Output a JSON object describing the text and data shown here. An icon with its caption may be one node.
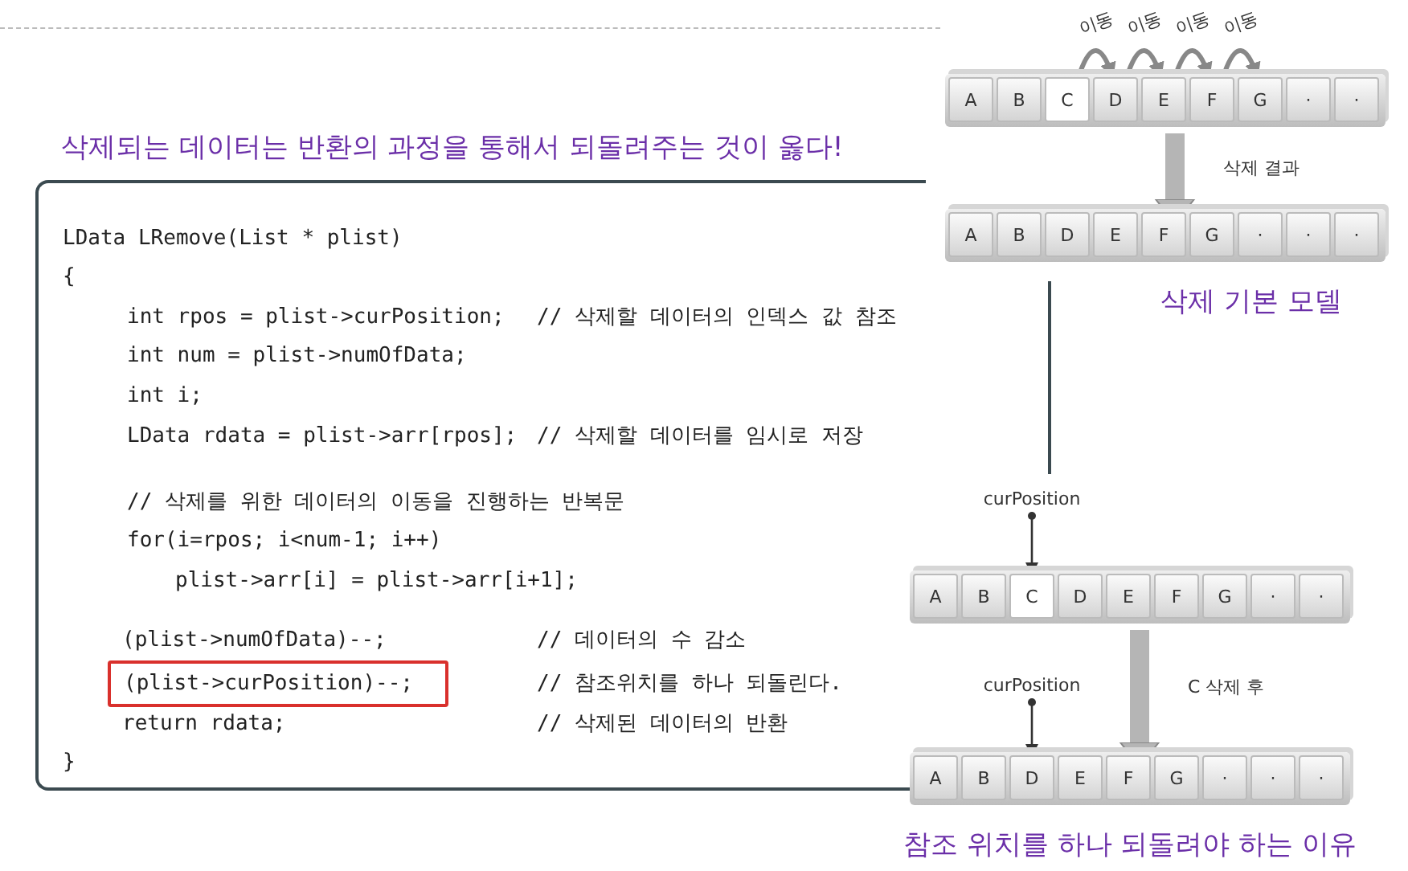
{
  "diagram": {
    "title": "삭제되는 데이터는 반환의 과정을 통해서 되돌려주는 것이 옳다!",
    "nodes": [
      {
        "text": [
          "LData LRemove(List * plist)",
          "{",
          "int rpos = plist->curPosition;",
          "// 삭제할 데이터의 인덱스 값 참조",
          "int num = plist->numOfData;",
          "int i;",
          "LData rdata = plist->arr[rpos];",
          "// 삭제할 데이터를 임시로 저장",
          "// 삭제를 위한 데이터의 이동을 진행하는 반복문",
          "for(i=rpos; i<num-1; i++)",
          "plist->arr[i] = plist->arr[i+1];",
          "(plist->numOfData)--;",
          "// 데이터의 수 감소",
          "// 참조위치를 하나 되돌린다.",
          "return rdata;",
          "// 삭제된 데이터의 반환",
          "}"
        ]
      },
      {
        "text": [
          "(plist->curPosition)--;"
        ],
        "in": 0
      },
      {
        "text": [],
        "shape": "bar"
      },
      {
        "text": [
          "A"
        ],
        "in": 2
      },
      {
        "text": [
          "B"
        ],
        "in": 2
      },
      {
        "text": [
          "C"
        ],
        "in": 2
      },
      {
        "text": [
          "D"
        ],
        "in": 2
      },
      {
        "text": [
          "E"
        ],
        "in": 2
      },
      {
        "text": [
          "F"
        ],
        "in": 2
      },
      {
        "text": [
          "G"
        ],
        "in": 2
      },
      {
        "text": [
          "·"
        ],
        "in": 2
      },
      {
        "text": [
          "·"
        ],
        "in": 2
      },
      {
        "text": [],
        "shape": "bar"
      },
      {
        "text": [
          "A"
        ],
        "in": 12
      },
      {
        "text": [
          "B"
        ],
        "in": 12
      },
      {
        "text": [
          "D"
        ],
        "in": 12
      },
      {
        "text": [
          "E"
        ],
        "in": 12
      },
      {
        "text": [
          "F"
        ],
        "in": 12
      },
      {
        "text": [
          "G"
        ],
        "in": 12
      },
      {
        "text": [
          "·"
        ],
        "in": 12
      },
      {
        "text": [
          "·"
        ],
        "in": 12
      },
      {
        "text": [
          "·"
        ],
        "in": 12
      },
      {
        "text": [
          "curPosition"
        ]
      },
      {
        "text": [],
        "shape": "bar"
      },
      {
        "text": [
          "A"
        ],
        "in": 23
      },
      {
        "text": [
          "B"
        ],
        "in": 23
      },
      {
        "text": [
          "C"
        ],
        "in": 23
      },
      {
        "text": [
          "D"
        ],
        "in": 23
      },
      {
        "text": [
          "E"
        ],
        "in": 23
      },
      {
        "text": [
          "F"
        ],
        "in": 23
      },
      {
        "text": [
          "G"
        ],
        "in": 23
      },
      {
        "text": [
          "·"
        ],
        "in": 23
      },
      {
        "text": [
          "·"
        ],
        "in": 23
      },
      {
        "text": [
          "curPosition"
        ]
      },
      {
        "text": [],
        "shape": "bar"
      },
      {
        "text": [
          "A"
        ],
        "in": 34
      },
      {
        "text": [
          "B"
        ],
        "in": 34
      },
      {
        "text": [
          "D"
        ],
        "in": 34
      },
      {
        "text": [
          "E"
        ],
        "in": 34
      },
      {
        "text": [
          "F"
        ],
        "in": 34
      },
      {
        "text": [
          "G"
        ],
        "in": 34
      },
      {
        "text": [
          "·"
        ],
        "in": 34
      },
      {
        "text": [
          "·"
        ],
        "in": 34
      },
      {
        "text": [
          "·"
        ],
        "in": 34
      }
    ],
    "edges": [
      {
        "from": 5,
        "to": 6,
        "arrow": "to",
        "label": "이동"
      },
      {
        "from": 6,
        "to": 7,
        "arrow": "to",
        "label": "이동"
      },
      {
        "from": 7,
        "to": 8,
        "arrow": "to",
        "label": "이동"
      },
      {
        "from": 8,
        "to": 9,
        "arrow": "to",
        "label": "이동"
      },
      {
        "from": 2,
        "to": 12,
        "arrow": "to",
        "label": "삭제 결과",
        "style": "thick"
      },
      {
        "from": 22,
        "to": 26,
        "arrow": "to"
      },
      {
        "from": 23,
        "to": 34,
        "arrow": "to",
        "label": "C 삭제 후",
        "style": "thick"
      },
      {
        "from": 33,
        "to": 37,
        "arrow": "to"
      }
    ],
    "labels": [
      "삭제 기본 모델",
      "참조 위치를 하나 되돌려야 하는 이유"
    ]
  }
}
